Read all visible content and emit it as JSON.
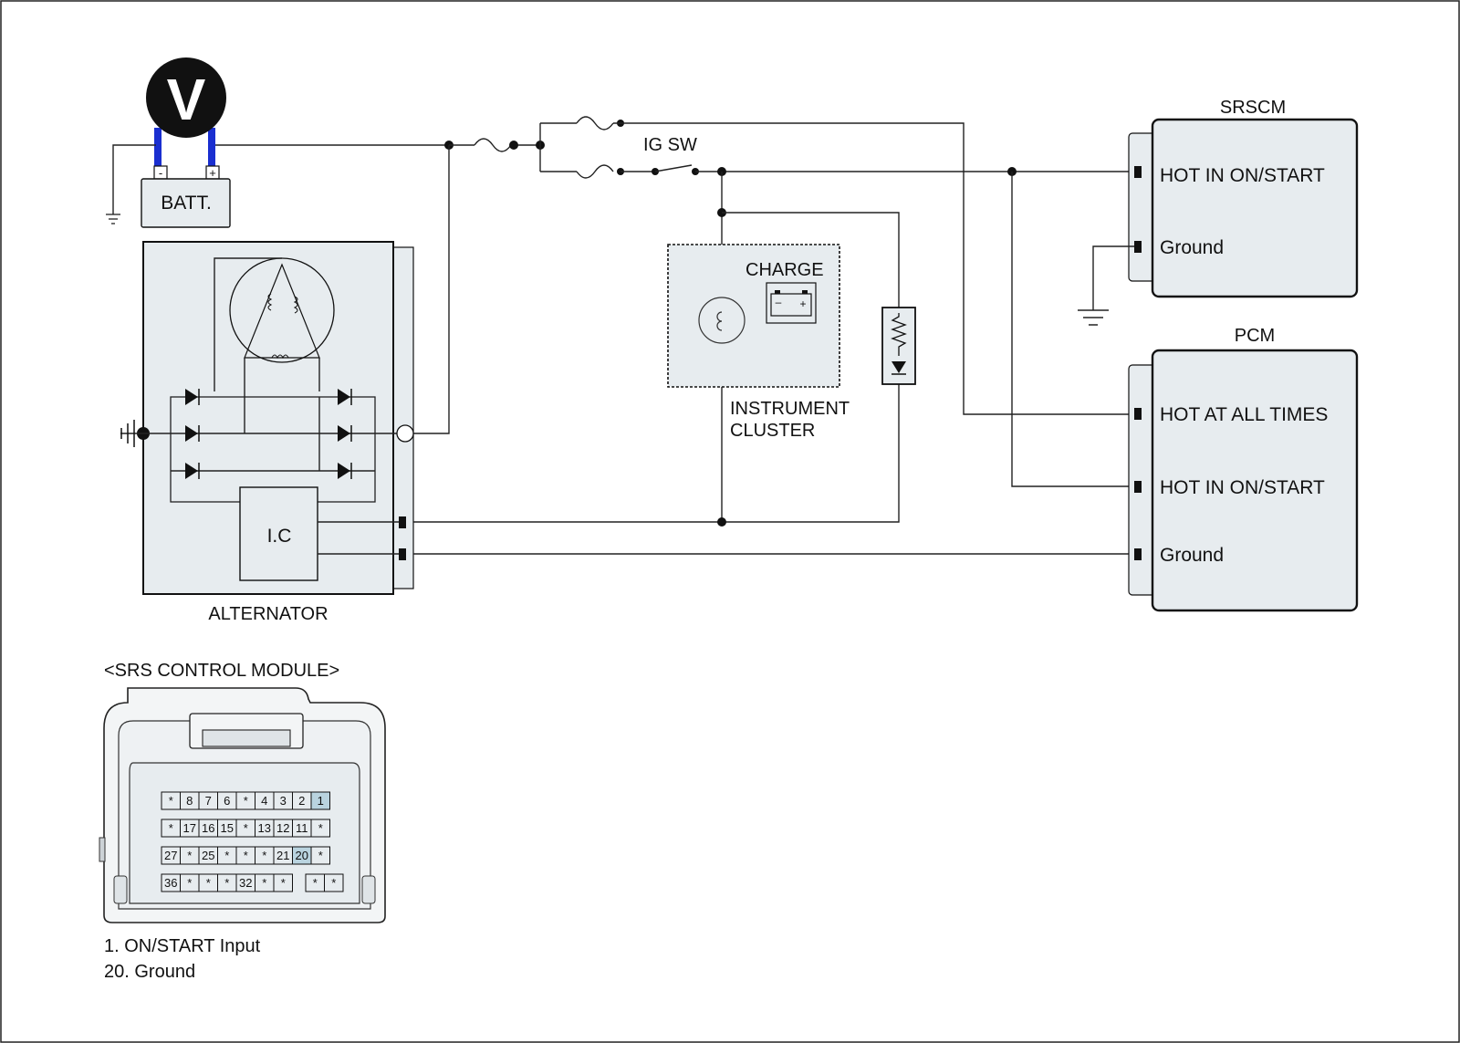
{
  "components": {
    "voltmeter": "V",
    "battery": {
      "label": "BATT.",
      "neg": "-",
      "pos": "+"
    },
    "alternator": {
      "label": "ALTERNATOR",
      "ic": "I.C"
    },
    "ig_switch": "IG SW",
    "instrument_cluster": {
      "label_line1": "INSTRUMENT",
      "label_line2": "CLUSTER",
      "charge": "CHARGE",
      "charge_neg": "–",
      "charge_pos": "+"
    },
    "srscm": {
      "title": "SRSCM",
      "pins": [
        "HOT IN ON/START",
        "Ground"
      ]
    },
    "pcm": {
      "title": "PCM",
      "pins": [
        "HOT AT ALL TIMES",
        "HOT IN ON/START",
        "Ground"
      ]
    }
  },
  "connector": {
    "title": "<SRS CONTROL MODULE>",
    "rows": [
      [
        "*",
        "8",
        "7",
        "6",
        "*",
        "4",
        "3",
        "2",
        "1"
      ],
      [
        "*",
        "17",
        "16",
        "15",
        "*",
        "13",
        "12",
        "11",
        "*"
      ],
      [
        "27",
        "*",
        "25",
        "*",
        "*",
        "*",
        "21",
        "20",
        "*"
      ],
      [
        "36",
        "*",
        "*",
        "*",
        "32",
        "*",
        "*",
        "",
        "*",
        "*"
      ]
    ],
    "highlighted": [
      "1",
      "20"
    ],
    "legend": [
      "1. ON/START Input",
      "20. Ground"
    ]
  },
  "colors": {
    "panel": "#e7ecef",
    "highlight": "#b9d3df",
    "probe": "#1a2fd0"
  }
}
